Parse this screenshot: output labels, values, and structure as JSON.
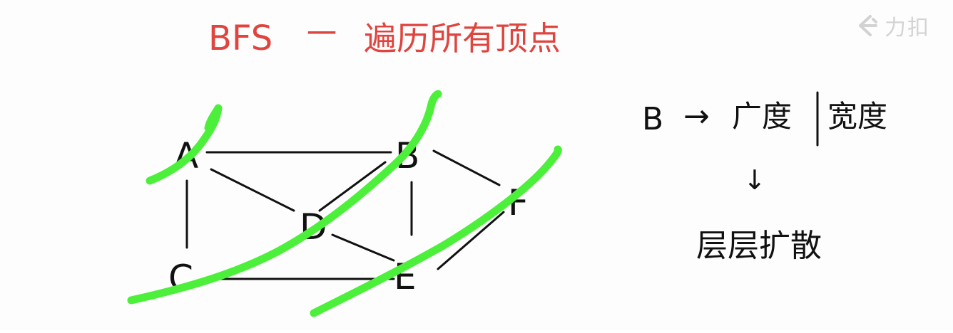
{
  "title": {
    "bfs": "BFS",
    "dash": "一",
    "rest": "遍历所有顶点",
    "color": "#e0443e"
  },
  "graph": {
    "nodes": [
      "A",
      "B",
      "C",
      "D",
      "E",
      "F"
    ],
    "edges": [
      [
        "A",
        "B"
      ],
      [
        "A",
        "C"
      ],
      [
        "A",
        "D"
      ],
      [
        "B",
        "D"
      ],
      [
        "B",
        "E"
      ],
      [
        "B",
        "F"
      ],
      [
        "C",
        "E"
      ],
      [
        "D",
        "E"
      ],
      [
        "E",
        "F"
      ]
    ]
  },
  "notes": {
    "b": "B",
    "arrow": "→",
    "guang": "广度",
    "kuan": "宽度",
    "down": "↓",
    "layer": "层层扩散"
  },
  "watermark": {
    "icon": "leetcode-icon",
    "text": "力扣",
    "color": "#c8c8c8"
  },
  "colors": {
    "ink": "#111111",
    "highlight": "#4cf03a"
  }
}
